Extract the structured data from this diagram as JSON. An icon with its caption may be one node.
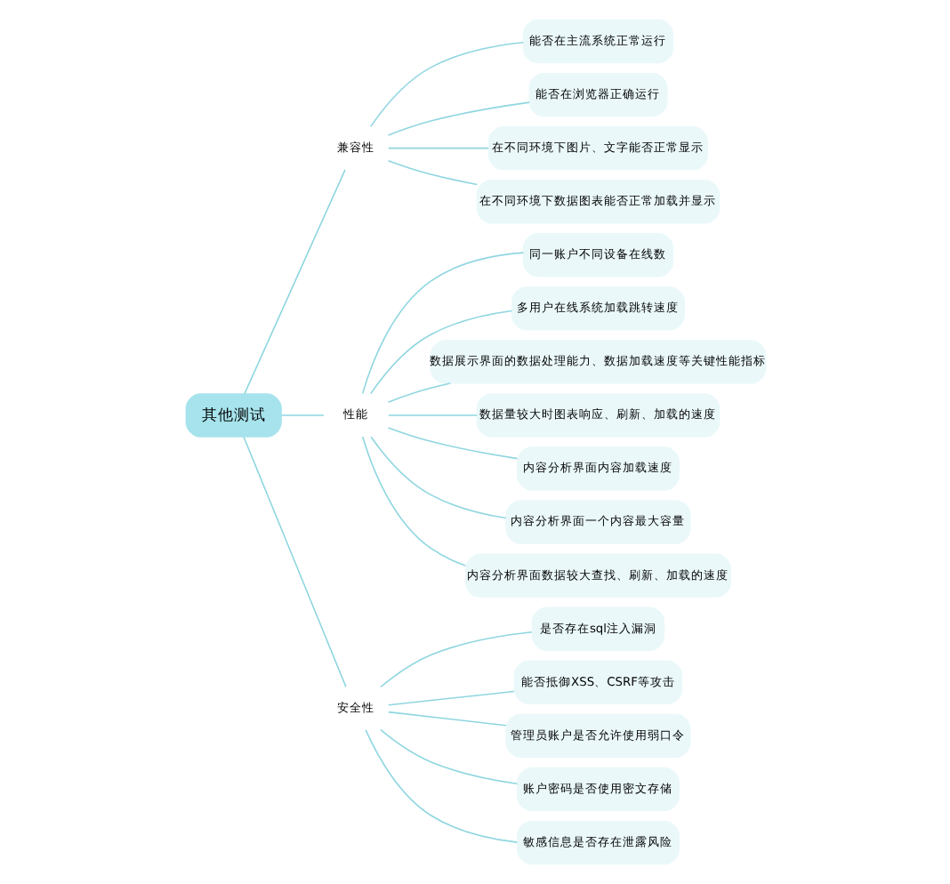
{
  "diagram": {
    "nodes": [
      {
        "text": [
          "其他测试"
        ]
      },
      {
        "text": [
          "兼容性"
        ]
      },
      {
        "text": [
          "能否在主流系统正常运行"
        ]
      },
      {
        "text": [
          "能否在浏览器正确运行"
        ]
      },
      {
        "text": [
          "在不同环境下图片、文字能否正常显示"
        ]
      },
      {
        "text": [
          "在不同环境下数据图表能否正常加载并显示"
        ]
      },
      {
        "text": [
          "性能"
        ]
      },
      {
        "text": [
          "同一账户不同设备在线数"
        ]
      },
      {
        "text": [
          "多用户在线系统加载跳转速度"
        ]
      },
      {
        "text": [
          "数据展示界面的数据处理能力、数据加载速度等关键性能指标"
        ]
      },
      {
        "text": [
          "数据量较大时图表响应、刷新、加载的速度"
        ]
      },
      {
        "text": [
          "内容分析界面内容加载速度"
        ]
      },
      {
        "text": [
          "内容分析界面一个内容最大容量"
        ]
      },
      {
        "text": [
          "内容分析界面数据较大查找、刷新、加载的速度"
        ]
      },
      {
        "text": [
          "安全性"
        ]
      },
      {
        "text": [
          "是否存在sql注入漏洞"
        ]
      },
      {
        "text": [
          "能否抵御XSS、CSRF等攻击"
        ]
      },
      {
        "text": [
          "管理员账户是否允许使用弱口令"
        ]
      },
      {
        "text": [
          "账户密码是否使用密文存储"
        ]
      },
      {
        "text": [
          "敏感信息是否存在泄露风险"
        ]
      }
    ],
    "edges": [
      {
        "from": 0,
        "to": 1,
        "arrow": "none"
      },
      {
        "from": 1,
        "to": 2,
        "arrow": "none"
      },
      {
        "from": 1,
        "to": 3,
        "arrow": "none"
      },
      {
        "from": 1,
        "to": 4,
        "arrow": "none"
      },
      {
        "from": 1,
        "to": 5,
        "arrow": "none"
      },
      {
        "from": 0,
        "to": 6,
        "arrow": "none"
      },
      {
        "from": 6,
        "to": 7,
        "arrow": "none"
      },
      {
        "from": 6,
        "to": 8,
        "arrow": "none"
      },
      {
        "from": 6,
        "to": 9,
        "arrow": "none"
      },
      {
        "from": 6,
        "to": 10,
        "arrow": "none"
      },
      {
        "from": 6,
        "to": 11,
        "arrow": "none"
      },
      {
        "from": 6,
        "to": 12,
        "arrow": "none"
      },
      {
        "from": 6,
        "to": 13,
        "arrow": "none"
      },
      {
        "from": 0,
        "to": 14,
        "arrow": "none"
      },
      {
        "from": 14,
        "to": 15,
        "arrow": "none"
      },
      {
        "from": 14,
        "to": 16,
        "arrow": "none"
      },
      {
        "from": 14,
        "to": 17,
        "arrow": "none"
      },
      {
        "from": 14,
        "to": 18,
        "arrow": "none"
      },
      {
        "from": 14,
        "to": 19,
        "arrow": "none"
      }
    ]
  }
}
